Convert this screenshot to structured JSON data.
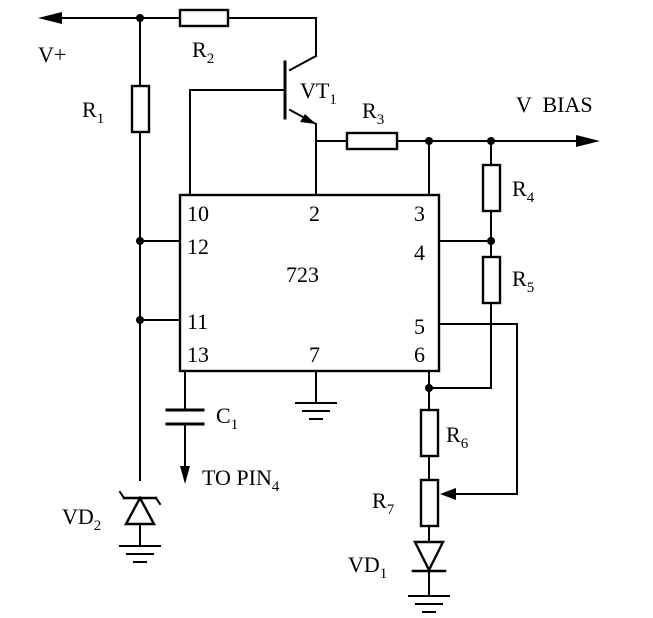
{
  "labels": {
    "vplus": "V+",
    "r1": "R",
    "r1_sub": "1",
    "r2": "R",
    "r2_sub": "2",
    "r3": "R",
    "r3_sub": "3",
    "r4": "R",
    "r4_sub": "4",
    "r5": "R",
    "r5_sub": "5",
    "r6": "R",
    "r6_sub": "6",
    "r7": "R",
    "r7_sub": "7",
    "vt1": "VT",
    "vt1_sub": "1",
    "vbias": "V  BIAS",
    "c1": "C",
    "c1_sub": "1",
    "topin": "TO PIN",
    "topin_sub": "4",
    "vd1": "VD",
    "vd1_sub": "1",
    "vd2": "VD",
    "vd2_sub": "2"
  },
  "ic": {
    "name": "723",
    "pins": {
      "p10": "10",
      "p2": "2",
      "p3": "3",
      "p12": "12",
      "p4": "4",
      "p11": "11",
      "p5": "5",
      "p13": "13",
      "p7": "7",
      "p6": "6"
    }
  }
}
